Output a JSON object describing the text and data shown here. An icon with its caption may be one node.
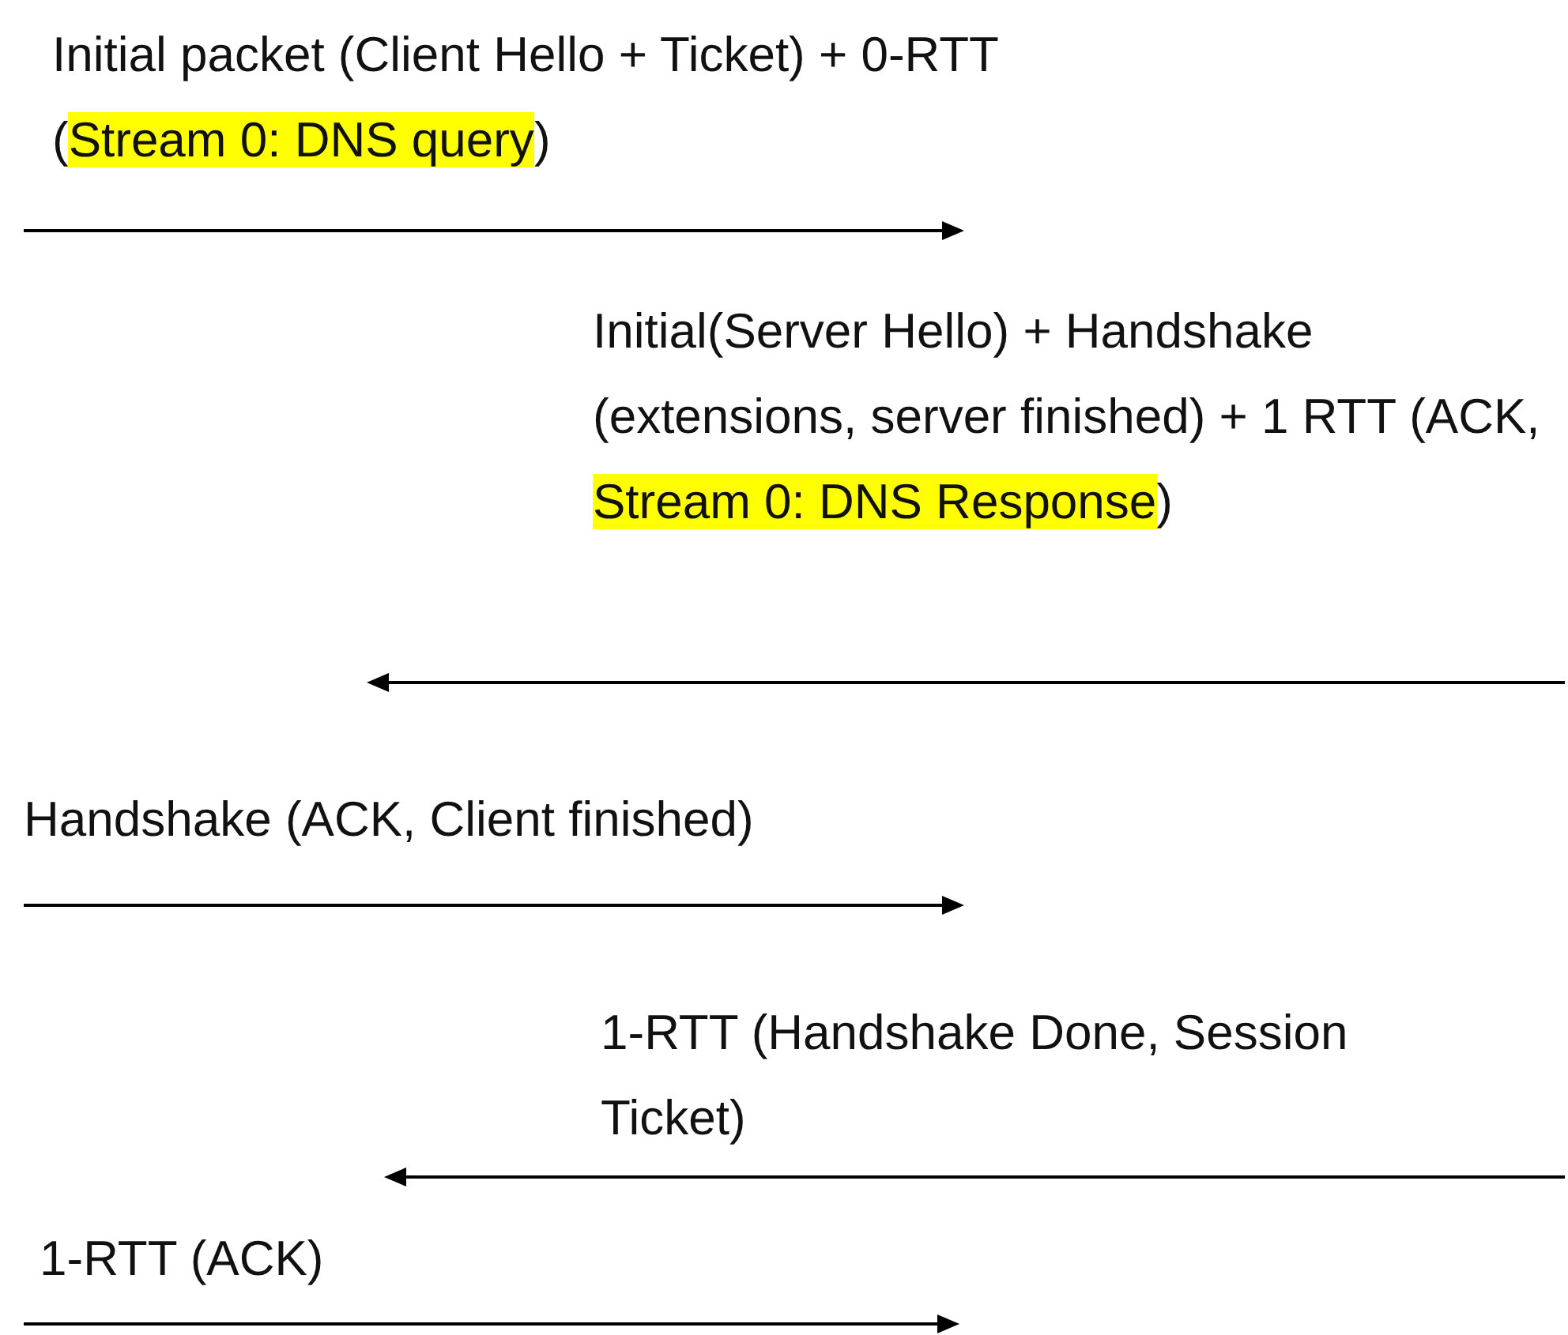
{
  "diagram": {
    "labels": [
      "Initial packet (Client Hello + Ticket) + 0-RTT (Stream 0: DNS query)",
      "Initial(Server Hello) + Handshake (extensions, server finished) + 1 RTT (ACK, Stream 0: DNS Response)",
      "Handshake (ACK, Client finished)",
      "1-RTT (Handshake Done, Session Ticket)",
      "1-RTT (ACK)"
    ]
  }
}
